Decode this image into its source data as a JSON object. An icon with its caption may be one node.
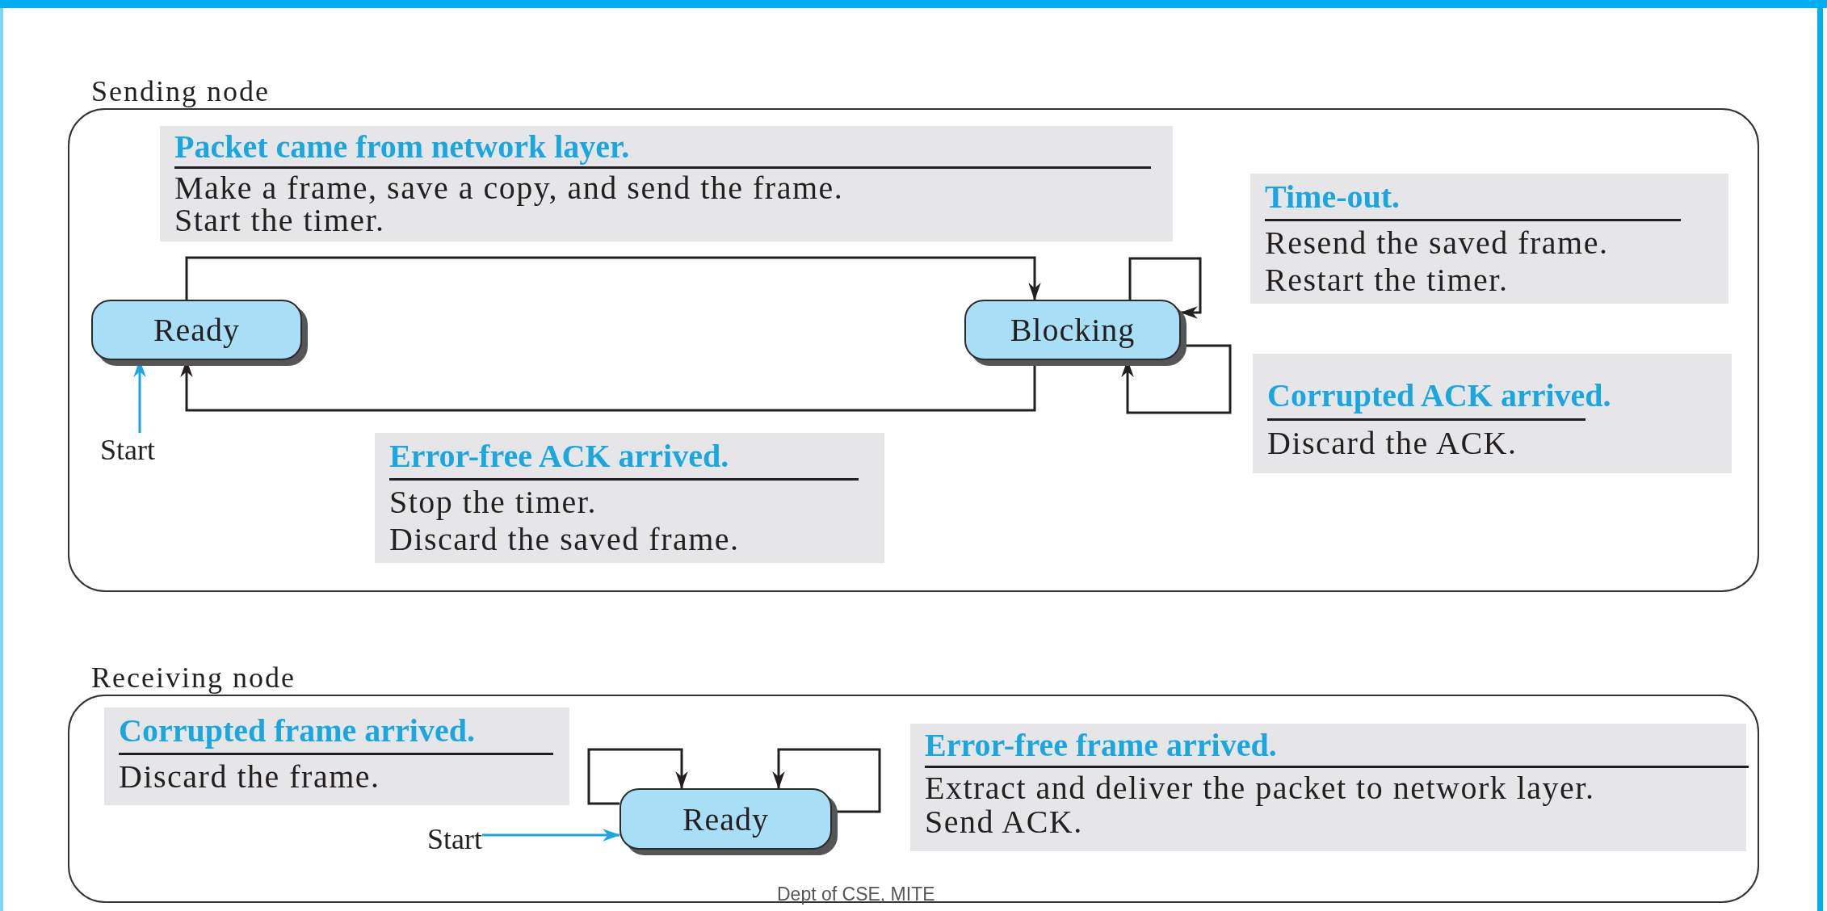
{
  "diagram": {
    "nodes": [
      {
        "text": [
          "Sending node"
        ]
      },
      {
        "text": [
          "Packet came from network layer.",
          "Make a frame, save a copy, and send the frame.",
          "Start the timer."
        ],
        "in": 0
      },
      {
        "text": [
          "Time-out.",
          "Resend the saved frame.",
          "Restart the timer."
        ],
        "in": 0
      },
      {
        "text": [
          "Ready"
        ],
        "in": 0
      },
      {
        "text": [
          "Blocking"
        ],
        "in": 0
      },
      {
        "text": [
          "Corrupted ACK arrived.",
          "Discard the ACK."
        ],
        "in": 0
      },
      {
        "text": [
          "Start"
        ],
        "in": 0
      },
      {
        "text": [
          "Error-free ACK arrived.",
          "Stop the timer.",
          "Discard the saved frame."
        ],
        "in": 0
      },
      {
        "text": [
          "Receiving node"
        ]
      },
      {
        "text": [
          "Corrupted frame arrived.",
          "Discard the frame."
        ],
        "in": 8
      },
      {
        "text": [
          "Ready"
        ],
        "in": 8
      },
      {
        "text": [
          "Error-free frame arrived.",
          "Extract and deliver the packet to network layer.",
          "Send ACK."
        ],
        "in": 8
      },
      {
        "text": [
          "Start"
        ],
        "in": 8
      }
    ],
    "edges": [
      {
        "from": 3,
        "to": 4,
        "arrow": "to"
      },
      {
        "from": 4,
        "to": 3,
        "arrow": "to"
      },
      {
        "from": 4,
        "to": 4,
        "arrow": "to"
      },
      {
        "from": 4,
        "to": 4,
        "arrow": "to"
      },
      {
        "from": 6,
        "to": 3,
        "arrow": "to",
        "color": "#1aa7e0"
      },
      {
        "from": 10,
        "to": 10,
        "arrow": "to"
      },
      {
        "from": 10,
        "to": 10,
        "arrow": "to"
      },
      {
        "from": 12,
        "to": 10,
        "arrow": "to",
        "color": "#1aa7e0"
      }
    ],
    "labels": [
      "Dept of CSE, MITE"
    ]
  }
}
